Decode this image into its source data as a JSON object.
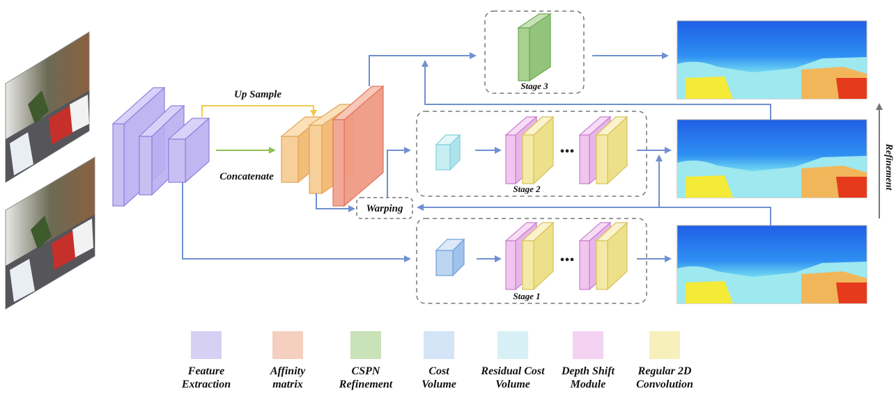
{
  "labels": {
    "up_sample": "Up Sample",
    "concatenate": "Concatenate",
    "warping": "Warping",
    "stage1": "Stage 1",
    "stage2": "Stage 2",
    "stage3": "Stage 3",
    "refinement": "Refinement",
    "ellipsis": "•••"
  },
  "legend": [
    {
      "line1": "Feature",
      "line2": "Extraction",
      "color": "#d6d0f5"
    },
    {
      "line1": "Affinity",
      "line2": "matrix",
      "color": "#f5cfc0"
    },
    {
      "line1": "CSPN",
      "line2": "Refinement",
      "color": "#c9e2b8"
    },
    {
      "line1": "Cost",
      "line2": "Volume",
      "color": "#d4e4f7"
    },
    {
      "line1": "Residual Cost",
      "line2": "Volume",
      "color": "#d7f0f5"
    },
    {
      "line1": "Depth Shift",
      "line2": "Module",
      "color": "#f3d2f2"
    },
    {
      "line1": "Regular 2D",
      "line2": "Convolution",
      "color": "#f7f0bd"
    }
  ],
  "colors": {
    "feature": "#c9c0f2",
    "feature_stroke": "#8f7fe0",
    "upsample": "#f7cf9a",
    "upsample_stroke": "#e3a455",
    "affinity": "#f2a896",
    "affinity_stroke": "#e0735a",
    "cspn": "#a9d08e",
    "cspn_stroke": "#6aa84f",
    "cost": "#bcd6f2",
    "cost_stroke": "#6fa0d8",
    "residual": "#c8eef2",
    "residual_stroke": "#7fcfdc",
    "dsm": "#f0c6ef",
    "dsm_stroke": "#c97fcc",
    "reg2d": "#f4eaa6",
    "reg2d_stroke": "#d7c25a",
    "arrow": "#6f8fd0",
    "yellow_arrow": "#f2c94c",
    "green_arrow": "#8cc152"
  }
}
